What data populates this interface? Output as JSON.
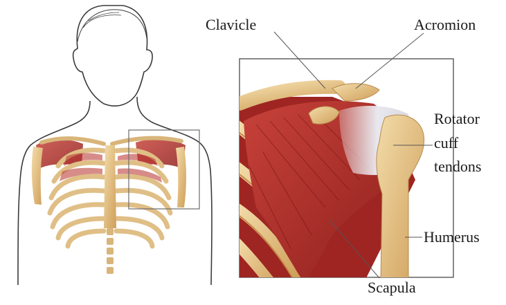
{
  "labels": {
    "clavicle": "Clavicle",
    "acromion": "Acromion",
    "rotator_cuff_line1": "Rotator",
    "rotator_cuff_line2": "cuff",
    "rotator_cuff_line3": "tendons",
    "humerus": "Humerus",
    "scapula": "Scapula"
  },
  "colors": {
    "muscle": "#b8302c",
    "muscle_dark": "#8f1f1d",
    "bone": "#e9c98f",
    "bone_shade": "#c99a55",
    "tendon": "#e7e7ec",
    "outline": "#3a3a3a",
    "frame": "#6b6b6b"
  }
}
